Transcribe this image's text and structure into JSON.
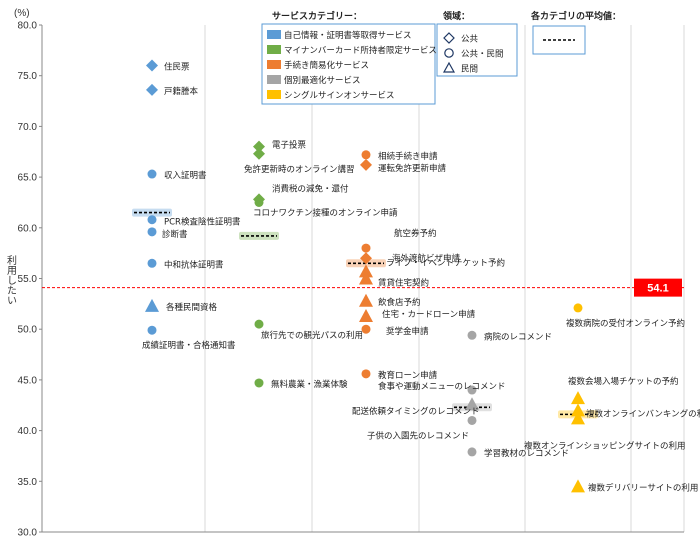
{
  "chart_data": {
    "type": "scatter",
    "title": "",
    "ylabel": "利用したい",
    "y_unit": "(%)",
    "ylim": [
      30,
      80
    ],
    "yticks": [
      "30.0",
      "35.0",
      "40.0",
      "45.0",
      "50.0",
      "55.0",
      "60.0",
      "65.0",
      "70.0",
      "75.0",
      "80.0"
    ],
    "grid": "vertical",
    "overall_average": {
      "value": 54.1,
      "label": "54.1",
      "color": "#ff0000"
    },
    "categories": [
      {
        "key": "c1",
        "name": "自己情報・証明書等取得サービス",
        "color": "#5b9bd5"
      },
      {
        "key": "c2",
        "name": "マイナンバーカード所持者限定サービス",
        "color": "#70ad47"
      },
      {
        "key": "c3",
        "name": "手続き簡易化サービス",
        "color": "#ed7d31"
      },
      {
        "key": "c4",
        "name": "個別最適化サービス",
        "color": "#a5a5a5"
      },
      {
        "key": "c5",
        "name": "シングルサインオンサービス",
        "color": "#ffc000"
      }
    ],
    "domains": [
      {
        "key": "public",
        "name": "公共",
        "marker": "diamond"
      },
      {
        "key": "mixed",
        "name": "公共・民間",
        "marker": "circle"
      },
      {
        "key": "private",
        "name": "民間",
        "marker": "triangle"
      }
    ],
    "legend_titles": {
      "category": "サービスカテゴリー：",
      "domain": "領域：",
      "average": "各カテゴリの平均値："
    },
    "category_averages": [
      {
        "cat": "c1",
        "value": 61.5
      },
      {
        "cat": "c2",
        "value": 59.2
      },
      {
        "cat": "c3",
        "value": 56.5
      },
      {
        "cat": "c4",
        "value": 42.3
      },
      {
        "cat": "c5",
        "value": 41.6
      }
    ],
    "points": [
      {
        "cat": "c1",
        "domain": "public",
        "y": 76.0,
        "label": "住民票"
      },
      {
        "cat": "c1",
        "domain": "public",
        "y": 73.6,
        "label": "戸籍謄本"
      },
      {
        "cat": "c1",
        "domain": "mixed",
        "y": 65.3,
        "label": "収入証明書"
      },
      {
        "cat": "c1",
        "domain": "mixed",
        "y": 60.8,
        "label": "PCR検査陰性証明書"
      },
      {
        "cat": "c1",
        "domain": "mixed",
        "y": 59.6,
        "label": "診断書"
      },
      {
        "cat": "c1",
        "domain": "mixed",
        "y": 56.5,
        "label": "中和抗体証明書"
      },
      {
        "cat": "c1",
        "domain": "private",
        "y": 52.3,
        "label": "各種民間資格"
      },
      {
        "cat": "c1",
        "domain": "mixed",
        "y": 49.9,
        "label": "成績証明書・合格通知書"
      },
      {
        "cat": "c2",
        "domain": "public",
        "y": 68.0,
        "label": "電子投票"
      },
      {
        "cat": "c2",
        "domain": "public",
        "y": 67.3,
        "label": "免許更新時のオンライン講習"
      },
      {
        "cat": "c2",
        "domain": "public",
        "y": 62.8,
        "label": "消費税の減免・還付"
      },
      {
        "cat": "c2",
        "domain": "mixed",
        "y": 62.5,
        "label": "コロナワクチン接種のオンライン申請"
      },
      {
        "cat": "c2",
        "domain": "mixed",
        "y": 50.5,
        "label": "旅行先での観光パスの利用"
      },
      {
        "cat": "c2",
        "domain": "mixed",
        "y": 44.7,
        "label": "無料農業・漁業体験"
      },
      {
        "cat": "c3",
        "domain": "mixed",
        "y": 67.2,
        "label": "相続手続き申請"
      },
      {
        "cat": "c3",
        "domain": "public",
        "y": 66.2,
        "label": "運転免許更新申請"
      },
      {
        "cat": "c3",
        "domain": "mixed",
        "y": 58.0,
        "label": "航空券予約"
      },
      {
        "cat": "c3",
        "domain": "public",
        "y": 57.0,
        "label": "海外渡航ビザ申請"
      },
      {
        "cat": "c3",
        "domain": "private",
        "y": 55.7,
        "label": "ライブ・イベントチケット予約"
      },
      {
        "cat": "c3",
        "domain": "private",
        "y": 55.0,
        "label": "賃貸住宅契約"
      },
      {
        "cat": "c3",
        "domain": "private",
        "y": 52.8,
        "label": "飲食店予約"
      },
      {
        "cat": "c3",
        "domain": "private",
        "y": 51.3,
        "label": "住宅・カードローン申請"
      },
      {
        "cat": "c3",
        "domain": "mixed",
        "y": 50.0,
        "label": "奨学金申請"
      },
      {
        "cat": "c3",
        "domain": "mixed",
        "y": 45.6,
        "label": "教育ローン申請"
      },
      {
        "cat": "c4",
        "domain": "mixed",
        "y": 49.4,
        "label": "病院のレコメンド"
      },
      {
        "cat": "c4",
        "domain": "mixed",
        "y": 44.0,
        "label": "食事や運動メニューのレコメンド"
      },
      {
        "cat": "c4",
        "domain": "private",
        "y": 42.6,
        "label": "配送依頼タイミングのレコメンド"
      },
      {
        "cat": "c4",
        "domain": "mixed",
        "y": 41.0,
        "label": "子供の入園先のレコメンド"
      },
      {
        "cat": "c4",
        "domain": "mixed",
        "y": 37.9,
        "label": "学習教材のレコメンド"
      },
      {
        "cat": "c5",
        "domain": "mixed",
        "y": 52.1,
        "label": "複数病院の受付オンライン予約"
      },
      {
        "cat": "c5",
        "domain": "private",
        "y": 43.2,
        "label": "複数会場入場チケットの予約"
      },
      {
        "cat": "c5",
        "domain": "private",
        "y": 42.0,
        "label": "複数オンラインバンキングの利用"
      },
      {
        "cat": "c5",
        "domain": "private",
        "y": 41.2,
        "label": "複数オンラインショッピングサイトの利用"
      },
      {
        "cat": "c5",
        "domain": "private",
        "y": 34.5,
        "label": "複数デリバリーサイトの利用"
      }
    ]
  }
}
